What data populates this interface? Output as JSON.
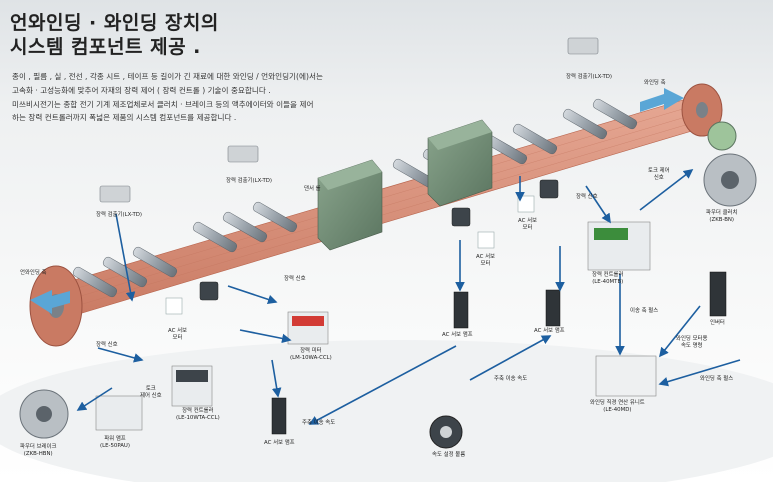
{
  "header": {
    "title_line1": "언와인딩 · 와인딩 장치의",
    "title_line2": "시스템 컴포넌트 제공 ."
  },
  "intro": {
    "line1": "종이 , 필름 , 실 , 전선 , 각종 시트 , 테이프 등 길이가 긴 재료에 대한 와인딩 / 언와인딩기(에)서는",
    "line2": "고속화 · 고성능화에 맞추어 자재의 장력 제어 ( 장력 컨트롤 ) 기술이 중요합니다 .",
    "line3": "미쓰비시전기는 종합 전기 기계 제조업체로서 클러치 · 브레이크 등의 액추에이터와 이들을 제어",
    "line4": "하는 장력 컨트롤러까지 폭넓은 제품의 시스템 컴포넌트를 제공합니다 ."
  },
  "labels": {
    "unwinding_axis": "언와인딩 축",
    "winding_axis": "와인딩 축",
    "dancer_roll": "댄서 롤",
    "detector_left": "장력 검출기(LX-TD)",
    "detector_mid": "장력 검출기(LX-TD)",
    "detector_right": "장력 검출기(LX-TD)",
    "tension_signal_left": "장력 신호",
    "tension_signal_mid": "장력 신호",
    "tension_signal_right": "장력 신호",
    "ac_servo_motor_1": "AC 서보\n모터",
    "ac_servo_motor_2": "AC 서보\n모터",
    "ac_servo_motor_3": "AC 서보\n모터",
    "ac_servo_amp_1": "AC 서보 앰프",
    "ac_servo_amp_2": "AC 서보 앰프",
    "ac_servo_amp_3": "AC 서보 앰프",
    "tension_meter": "장력 미터\n(LM-10WA-CCL)",
    "torque_control_left": "토크\n제어 신호",
    "torque_control_right": "토크 제어\n신호",
    "tension_controller_left": "장력 컨트롤러\n(LE-10WTA-CCL)",
    "tension_controller_right": "장력 컨트롤러\n(LE-40MTB)",
    "power_amp": "파워 앰프\n(LE-50PAU)",
    "powder_brake": "파우더 브레이크\n(ZKB-HBN)",
    "powder_clutch": "파우더 클러치\n(ZKB-BN)",
    "inverter": "인버터",
    "winding_motor_speed": "와인딩 모터용\n속도 명령",
    "winding_axis_pulse": "와인딩 축 펄스",
    "winding_diameter_unit": "와인딩 직경 연산 유니트\n(LE-40MD)",
    "winding_axis_pulse_2": "이송 축 펄스",
    "main_feed_speed_1": "주축 이송 속도",
    "main_feed_speed_2": "주축 이송 속도",
    "speed_setting_unit": "속도 설정 볼륨"
  },
  "colors": {
    "web": "#d9917c",
    "web_dark": "#b8654e",
    "roller": "#9aa3ab",
    "green_box": "#6f8b72",
    "arrow_blue": "#1d5fa0",
    "flow_arrow": "#5aa6d6",
    "label_bg": "#dfe9cf"
  }
}
